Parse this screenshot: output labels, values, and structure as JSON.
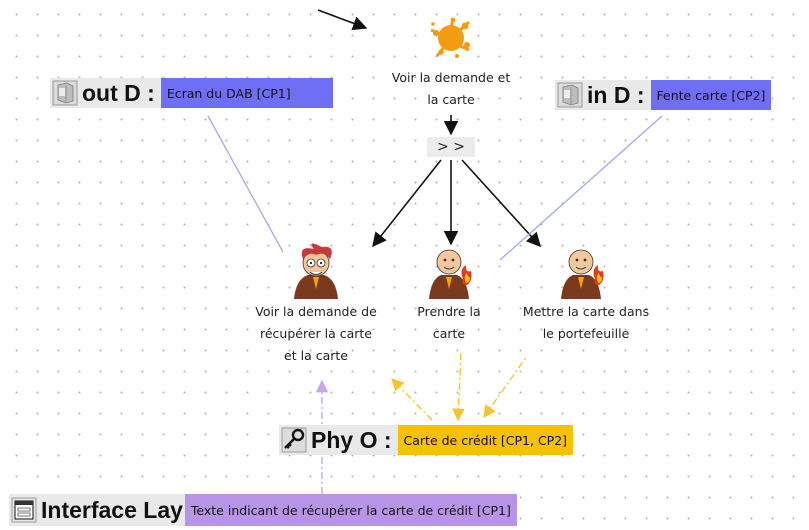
{
  "root_task": {
    "label_line1": "Voir la demande et",
    "label_line2": "la carte"
  },
  "operator": "> >",
  "subtasks": [
    {
      "label_line1": "Voir la demande de",
      "label_line2": "récupérer la carte",
      "label_line3": "et la carte"
    },
    {
      "label_line1": "Prendre la",
      "label_line2": "carte"
    },
    {
      "label_line1": "Mettre la carte dans",
      "label_line2": "le portefeuille"
    }
  ],
  "objects": {
    "out_d": {
      "label": "out D :",
      "value": "Ecran du DAB [CP1]",
      "color": "#6f6ff5"
    },
    "in_d": {
      "label": "in D :",
      "value": "Fente carte [CP2]",
      "color": "#6f6ff5"
    },
    "phy_o": {
      "label": "Phy O :",
      "value": "Carte de crédit [CP1, CP2]",
      "color": "#f6c200"
    },
    "interface": {
      "label": "Interface Lay",
      "value": "Texte indicant de récupérer la carte de crédit [CP1]",
      "color": "#b794e6"
    }
  },
  "colors": {
    "arrow": "#111111",
    "data_line": "#9fa8f5",
    "phy_arrow": "#f4c430",
    "interface_arrow": "#c9a6ea"
  },
  "icons": [
    "splash-icon",
    "monitor-icon",
    "key-icon",
    "window-icon",
    "user-icon",
    "cognitive-user-icon"
  ]
}
